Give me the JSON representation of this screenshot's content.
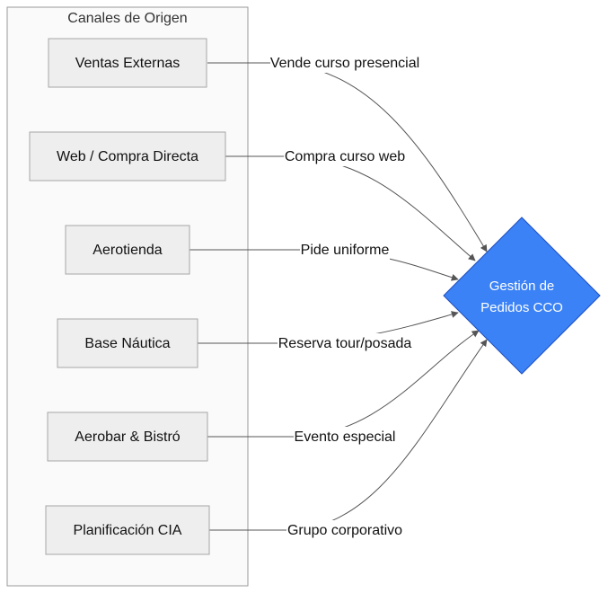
{
  "cluster": {
    "title": "Canales de Origen"
  },
  "sources": [
    {
      "id": "ventas",
      "label": "Ventas Externas",
      "edge_label": "Vende curso presencial"
    },
    {
      "id": "web",
      "label": "Web / Compra Directa",
      "edge_label": "Compra curso web"
    },
    {
      "id": "aerotienda",
      "label": "Aerotienda",
      "edge_label": "Pide uniforme"
    },
    {
      "id": "nautica",
      "label": "Base Náutica",
      "edge_label": "Reserva tour/posada"
    },
    {
      "id": "aerobar",
      "label": "Aerobar & Bistró",
      "edge_label": "Evento especial"
    },
    {
      "id": "cia",
      "label": "Planificación CIA",
      "edge_label": "Grupo corporativo"
    }
  ],
  "target": {
    "line1": "Gestión de",
    "line2": "Pedidos CCO",
    "color": "#3b82f6"
  }
}
